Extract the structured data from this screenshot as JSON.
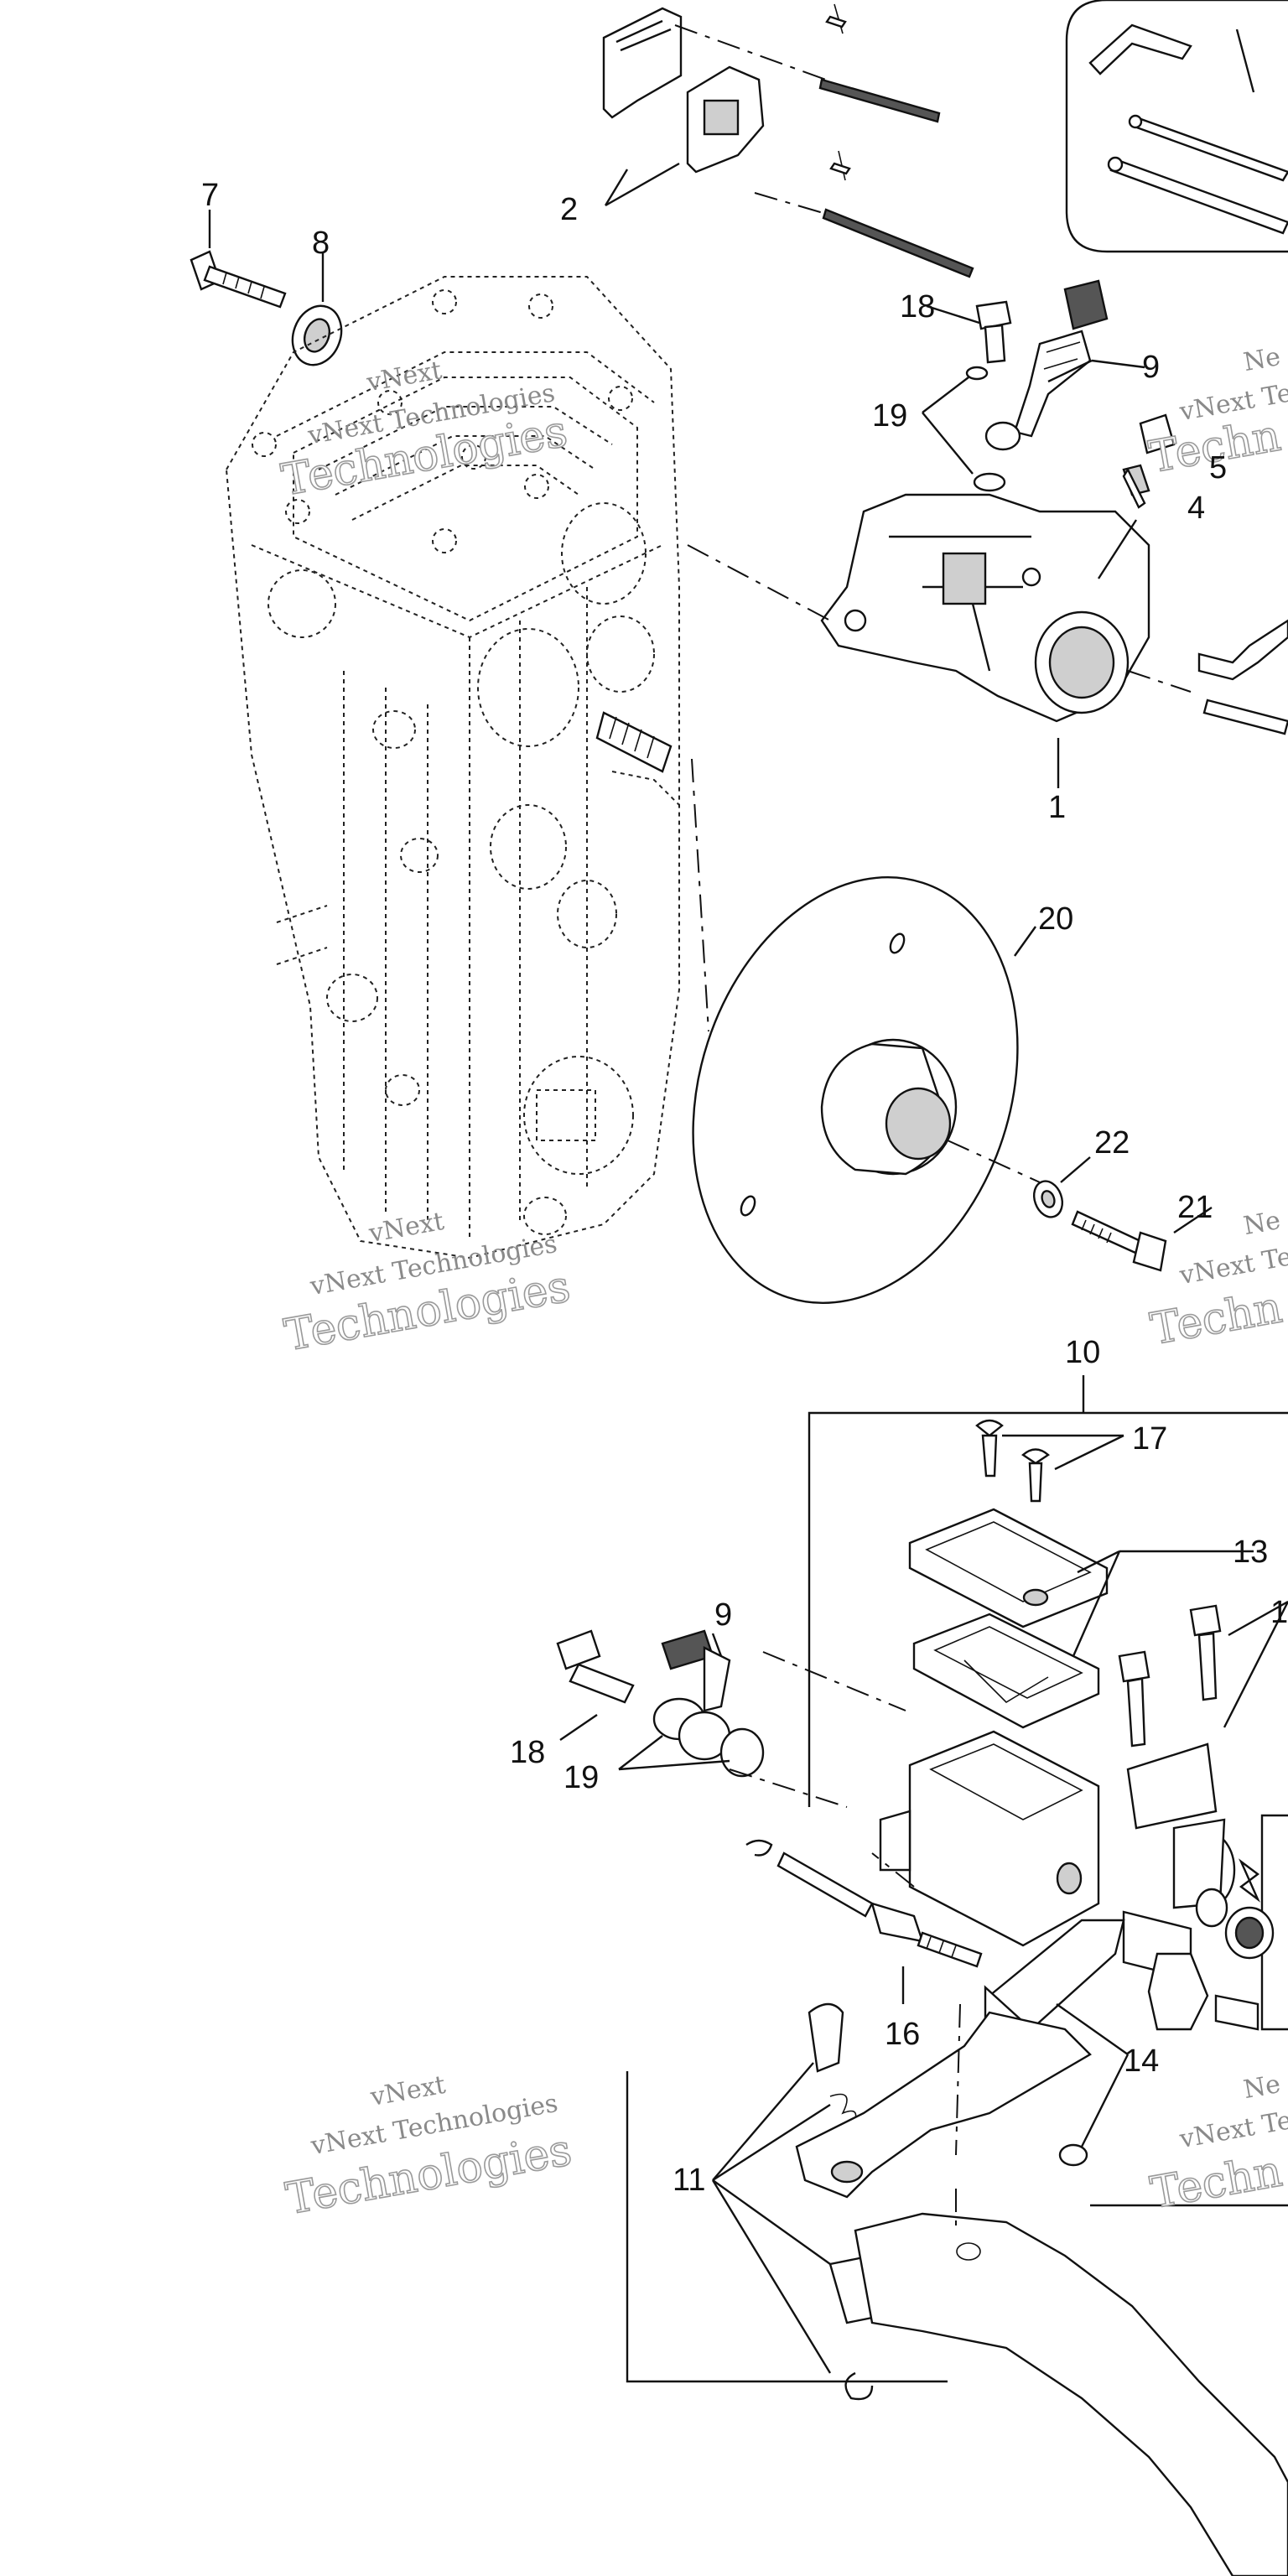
{
  "diagram": {
    "callouts": {
      "c1": "1",
      "c2": "2",
      "c4": "4",
      "c5": "5",
      "c7": "7",
      "c8": "8",
      "c9a": "9",
      "c9b": "9",
      "c10": "10",
      "c11": "11",
      "c13": "13",
      "c14": "14",
      "c16": "16",
      "c17": "17",
      "c18a": "18",
      "c18b": "18",
      "c19a": "19",
      "c19b": "19",
      "c20": "20",
      "c21": "21",
      "c22": "22",
      "c1_partial": "1"
    },
    "watermarks": {
      "line1": "vNext",
      "line2": "vNext Technologies",
      "line3": "Technologies",
      "edge1": "Ne",
      "edge2": "vNext Te",
      "edge3": "Techn"
    }
  }
}
